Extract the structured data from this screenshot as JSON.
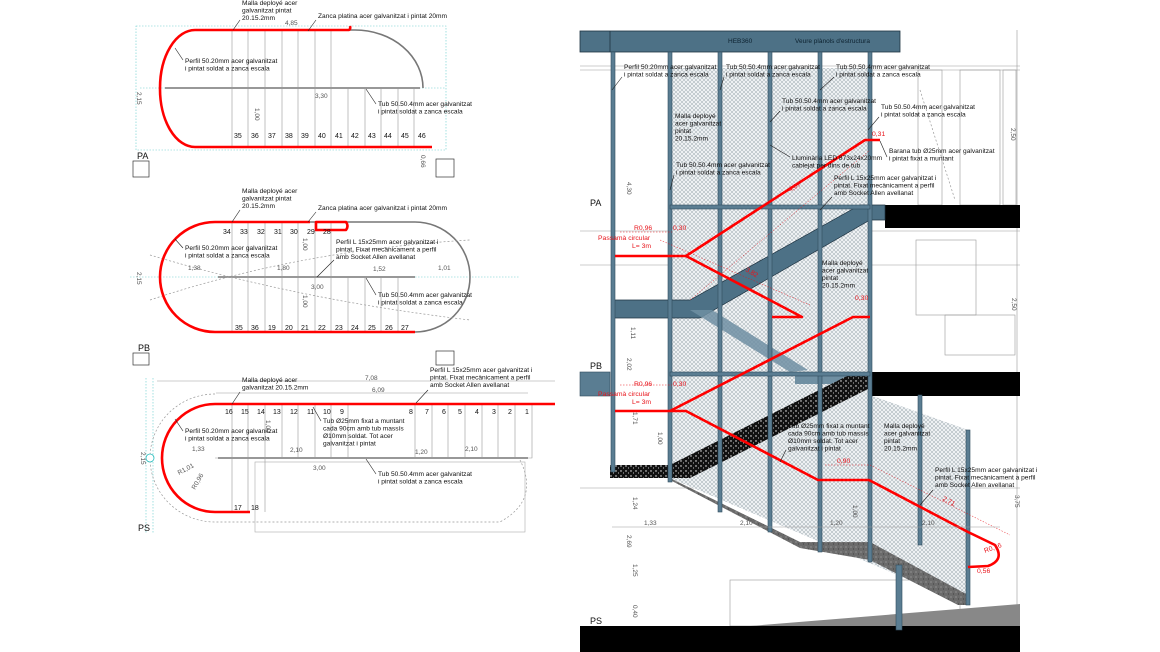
{
  "colors": {
    "handrail": "#ff0000",
    "steel": "#4d7186",
    "slab": "#000000",
    "mesh": "#cfd6dc"
  },
  "plan_pa": {
    "level": "PA",
    "mesh_label": [
      "Malla deployé acer",
      "galvanitzat pintat",
      "20.15.2mm"
    ],
    "stringer_label": "Zanca platina acer galvanitzat i pintat 20mm",
    "profile_label": [
      "Perfil 50.20mm acer galvanitzat",
      "i pintat soldat a zanca escala"
    ],
    "tube_label": [
      "Tub 50.50.4mm acer galvanitzat",
      "i pintat soldat a zanca escala"
    ],
    "dims": {
      "length": "4,85",
      "width": "2,15",
      "inner": "3,30",
      "step": "1,00",
      "gap": "0,66"
    },
    "steps": [
      "35",
      "36",
      "37",
      "38",
      "39",
      "40",
      "41",
      "42",
      "43",
      "44",
      "45",
      "46"
    ]
  },
  "plan_pb": {
    "level": "PB",
    "mesh_label": [
      "Malla deployé acer",
      "galvanitzat pintat",
      "20.15.2mm"
    ],
    "stringer_label": "Zanca platina acer galvanitzat i pintat 20mm",
    "profile_label": [
      "Perfil 50.20mm acer galvanitzat",
      "i pintat soldat a zanca escala"
    ],
    "angle_label": [
      "Perfil L 15x25mm acer galvanitzat i",
      "pintat. Fixat mecànicament a perfil",
      "amb Socket Allen avellanat"
    ],
    "tube_label": [
      "Tub 50.50.4mm acer galvanitzat",
      "i pintat soldat a zanca escala"
    ],
    "dims": {
      "a": "1,38",
      "b": "1,80",
      "c": "1,52",
      "d": "1,01",
      "width": "2,15",
      "inner": "3,00",
      "step_top": "1,00",
      "step_bottom": "1,00"
    },
    "steps_top": [
      "34",
      "33",
      "32",
      "31",
      "30",
      "29",
      "28"
    ],
    "steps_bottom": [
      "35",
      "36",
      "19",
      "20",
      "21",
      "22",
      "23",
      "24",
      "25",
      "26",
      "27"
    ]
  },
  "plan_ps": {
    "level": "PS",
    "mesh_label": [
      "Malla deployé acer",
      "galvanitzat 20.15.2mm"
    ],
    "angle_label": [
      "Perfil L 15x25mm acer galvanitzat i",
      "pintat. Fixat mecànicament a perfil",
      "amb Socket Allen avellanat"
    ],
    "profile_label": [
      "Perfil 50.20mm acer galvanitzat",
      "i pintat soldat a zanca escala"
    ],
    "rail_label": [
      "Tub Ø25mm fixat a muntant",
      "cada 90cm amb tub massís",
      "Ø10mm soldat. Tot acer",
      "galvanitzat i pintat"
    ],
    "tube_label": [
      "Tub 50.50.4mm acer galvanitzat",
      "i pintat soldat a zanca escala"
    ],
    "dims": {
      "total": "7,08",
      "run": "6,09",
      "a": "1,33",
      "b": "2,10",
      "c": "1,20",
      "d": "2,10",
      "width": "2,15",
      "inner": "3,00",
      "step": "1,00",
      "r_out": "R1,01",
      "r_in": "R0,96"
    },
    "steps_top": [
      "16",
      "15",
      "14",
      "13",
      "12",
      "11",
      "10",
      "9",
      "8",
      "7",
      "6",
      "5",
      "4",
      "3",
      "2",
      "1"
    ],
    "steps_bottom": [
      "17",
      "18"
    ]
  },
  "section": {
    "beam_label": "HEB360",
    "beam_note": "Veure plànols d'estructura",
    "levels": [
      "PA",
      "PB",
      "PS"
    ],
    "labels": {
      "profile": [
        "Perfil 50.20mm acer galvanitzat",
        "i pintat soldat a zanca escala"
      ],
      "tube1": [
        "Tub 50.50.4mm acer galvanitzat",
        "i pintat soldat a zanca escala"
      ],
      "tube2": [
        "Tub 50.50.4mm acer galvanitzat",
        "i pintat soldat a zanca escala"
      ],
      "tube3": [
        "Tub 50.50.4mm acer galvanitzat",
        "i pintat soldat a zanca escala"
      ],
      "tube4": [
        "Tub 50.50.4mm acer galvanitzat",
        "i pintat soldat a zanca escala"
      ],
      "tube5": [
        "Tub 50.50.4mm acer galvanitzat",
        "i pintat soldat a zanca escala"
      ],
      "mesh1": [
        "Malla deployé",
        "acer galvanitzat",
        "pintat",
        "20.15.2mm"
      ],
      "mesh2": [
        "Malla deployé",
        "acer galvanitzat",
        "pintat",
        "20.15.2mm"
      ],
      "mesh3": [
        "Malla deployé",
        "acer galvanitzat",
        "pintat",
        "20.15.2mm"
      ],
      "led": [
        "Lluminària LED 873x24x20mm",
        "cablejat per dins de tub"
      ],
      "handrail": [
        "Barana tub Ø25mm acer galvanitzat",
        "i pintat fixat a muntant"
      ],
      "angle1": [
        "Perfil L 15x25mm acer galvanitzat i",
        "pintat. Fixat mecànicament a perfil",
        "amb Socket Allen avellanat"
      ],
      "angle2": [
        "Perfil L 15x25mm acer galvanitzat i",
        "pintat. Fixat mecànicament a perfil",
        "amb Socket Allen avellanat"
      ],
      "rail": [
        "Tub Ø25mm fixat a muntant",
        "cada 90cm amb tub massís",
        "Ø10mm soldat. Tot acer",
        "galvanitzat i pintat"
      ],
      "circ1": [
        "Passamà circular",
        "L= 3m"
      ],
      "circ2": [
        "Passamà circular",
        "L= 3m"
      ]
    },
    "red_dims": [
      "0,31",
      "4,07",
      "R0,96",
      "0,30",
      "3,82",
      "0,30",
      "R0,96",
      "0,30",
      "0,90",
      "2,71",
      "R0,16",
      "0,56"
    ],
    "dims": [
      "2,50",
      "4,30",
      "2,50",
      "1,11",
      "2,02",
      "1,71",
      "1,00",
      "1,24",
      "2,69",
      "1,25",
      "0,40",
      "1,33",
      "2,10",
      "1,20",
      "2,10",
      "3,75",
      "1,00"
    ]
  }
}
